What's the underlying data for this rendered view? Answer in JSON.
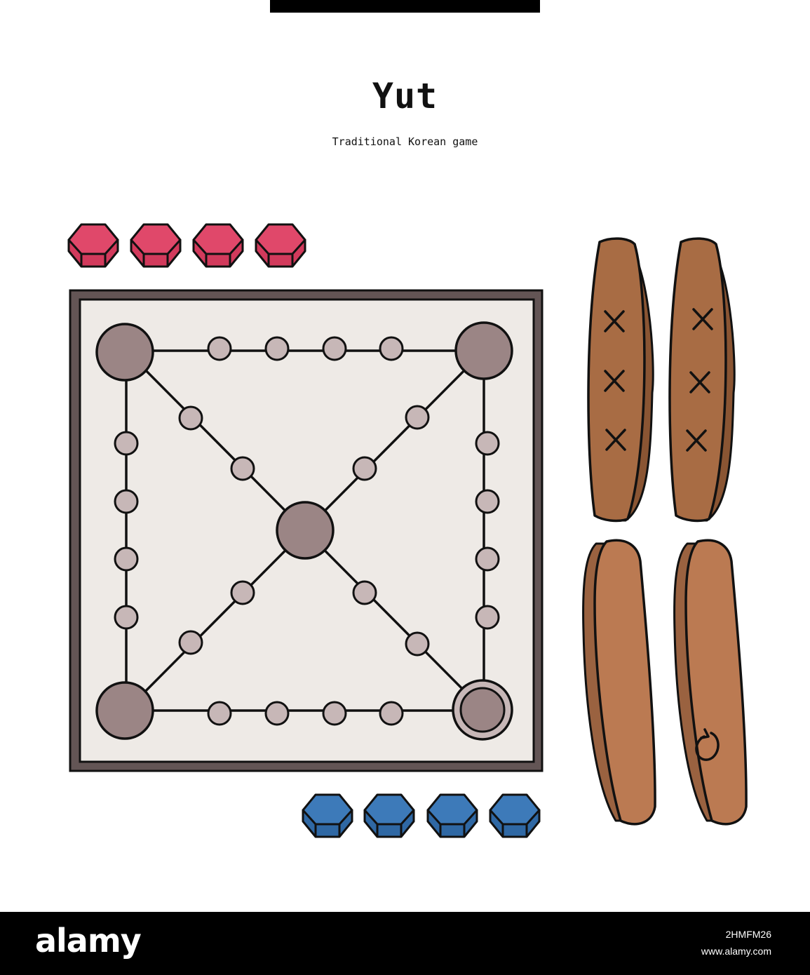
{
  "header": {
    "title": "Yut",
    "subtitle": "Traditional Korean game"
  },
  "board": {
    "paths": [
      "perimeter",
      "diagonal-main",
      "diagonal-anti"
    ],
    "points_per_edge": 4,
    "points_per_half_diagonal": 2,
    "corner_stations": 4,
    "center_station": 1,
    "highlighted_corner": "bottom-right"
  },
  "pieces": {
    "red_team": {
      "count": 4,
      "color": "#e0486a"
    },
    "blue_team": {
      "count": 4,
      "color": "#3d7ab9"
    }
  },
  "yut_sticks": [
    {
      "side": "flat-marked",
      "marks": 3,
      "mark_icon": "x-icon"
    },
    {
      "side": "flat-marked",
      "marks": 3,
      "mark_icon": "x-icon"
    },
    {
      "side": "round",
      "marks": 0
    },
    {
      "side": "round",
      "marks": 1,
      "mark_icon": "back-do-icon"
    }
  ],
  "colors": {
    "board_fill": "#eeeae6",
    "board_frame": "#635555",
    "station_large": "#9b8585",
    "station_small": "#c7b7b7",
    "stick_dark": "#a86c44",
    "stick_light": "#bb7a52",
    "outline": "#111111"
  },
  "footer": {
    "logo": "alamy",
    "image_id": "2HMFM26",
    "site": "www.alamy.com"
  }
}
